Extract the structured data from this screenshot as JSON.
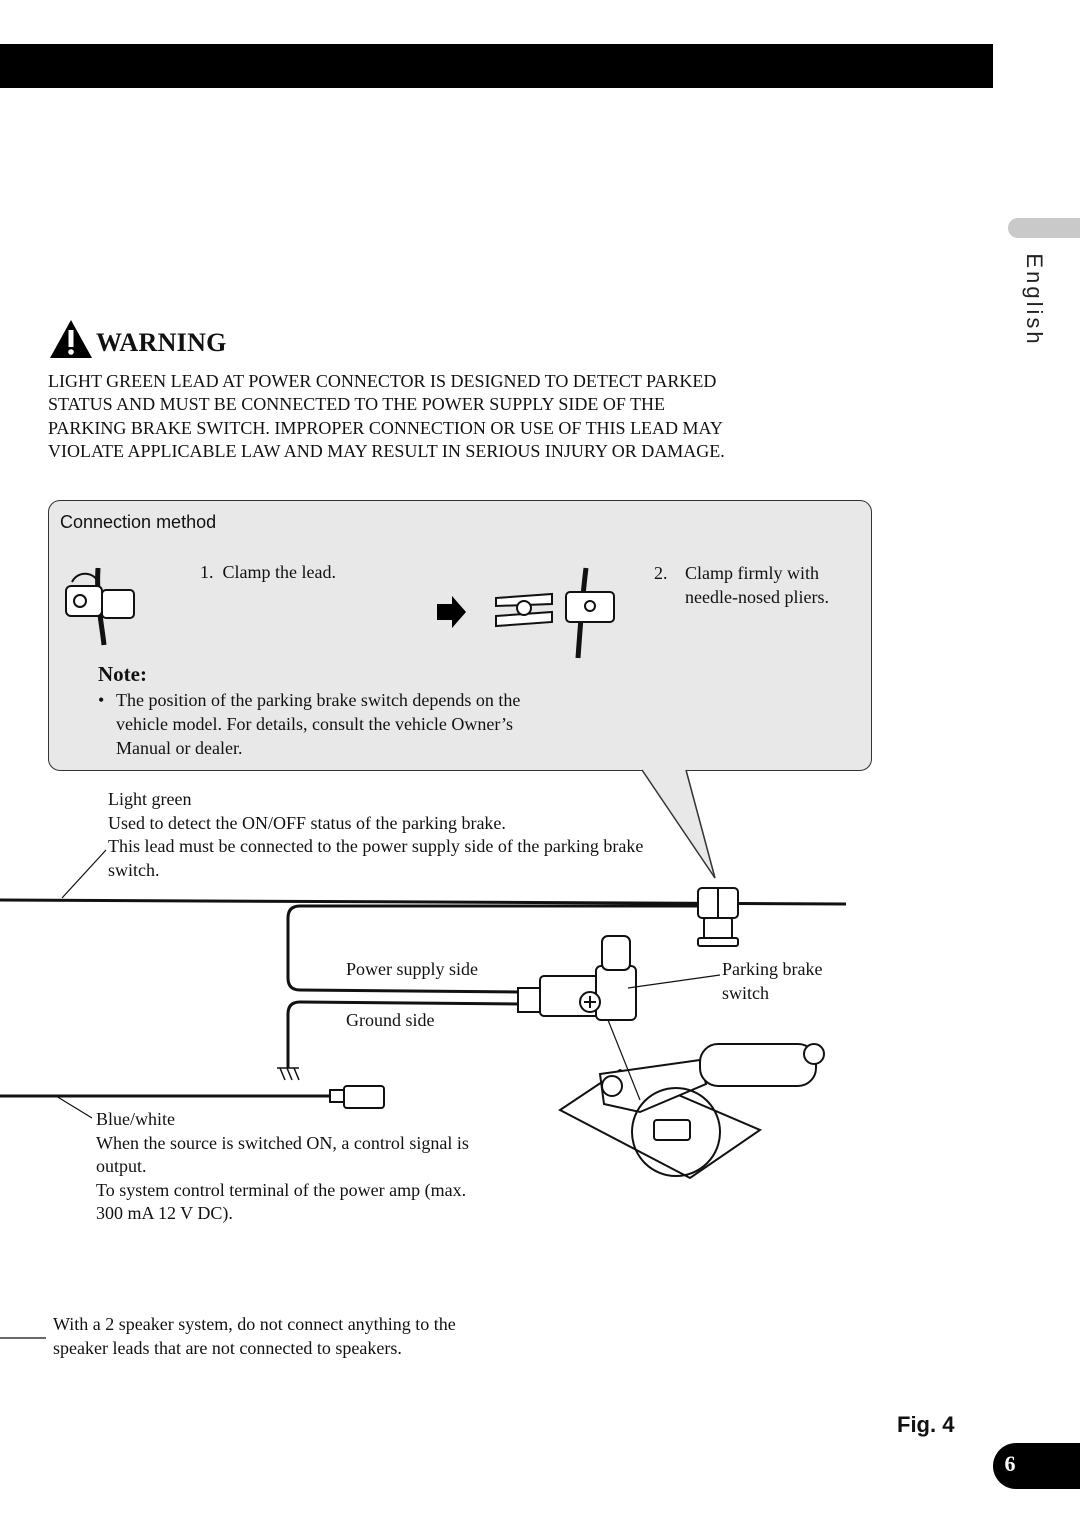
{
  "side_tab": {
    "language": "English"
  },
  "warning": {
    "title": "WARNING",
    "body": "LIGHT GREEN LEAD AT POWER CONNECTOR IS DESIGNED TO DETECT PARKED STATUS AND MUST BE CONNECTED TO THE POWER SUPPLY SIDE OF THE PARKING BRAKE SWITCH. IMPROPER CONNECTION OR USE OF THIS LEAD MAY VIOLATE APPLICABLE LAW AND MAY RESULT IN SERIOUS INJURY OR DAMAGE."
  },
  "connection": {
    "title": "Connection method",
    "step1_num": "1.",
    "step1_text": "Clamp the lead.",
    "step2_num": "2.",
    "step2_text": "Clamp firmly with needle-nosed pliers.",
    "note_title": "Note:",
    "note_bullet": "•",
    "note_text": "The position of the parking brake switch depends on the vehicle model. For details, consult the vehicle Owner’s Manual or dealer."
  },
  "diagram": {
    "light_green_title": "Light green",
    "light_green_desc1": "Used to detect the ON/OFF status of the parking brake.",
    "light_green_desc2": "This lead must be connected to the power supply side of the parking brake switch.",
    "power_supply_side": "Power supply side",
    "ground_side": "Ground side",
    "parking_brake_switch": "Parking brake switch",
    "blue_white_title": "Blue/white",
    "blue_white_desc1": "When the source is switched ON, a control signal is output.",
    "blue_white_desc2": "To system control terminal of the power amp (max. 300 mA 12 V DC).",
    "speaker_note": "With a 2 speaker system, do not connect anything to the speaker leads that are not connected to speakers."
  },
  "figure_label": "Fig. 4",
  "page_number": "6"
}
